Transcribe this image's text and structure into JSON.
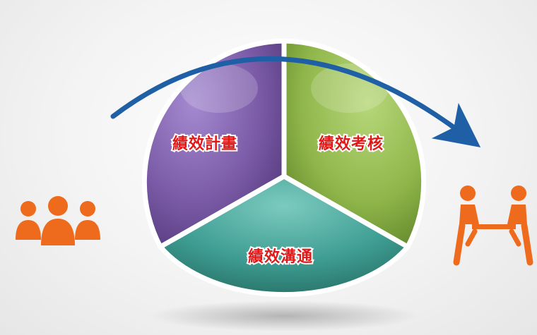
{
  "cycle": {
    "segments": [
      {
        "key": "plan",
        "label": "績效計畫",
        "color": "#7a5aa6"
      },
      {
        "key": "assess",
        "label": "績效考核",
        "color": "#8fb64a"
      },
      {
        "key": "communicate",
        "label": "績效溝通",
        "color": "#3f9e93"
      }
    ],
    "label_color": "#e01818",
    "arrow_color": "#1f5fa5"
  },
  "icons": {
    "left": {
      "name": "team-icon",
      "color": "#ee6a1c"
    },
    "right": {
      "name": "meeting-icon",
      "color": "#ee6a1c"
    }
  }
}
